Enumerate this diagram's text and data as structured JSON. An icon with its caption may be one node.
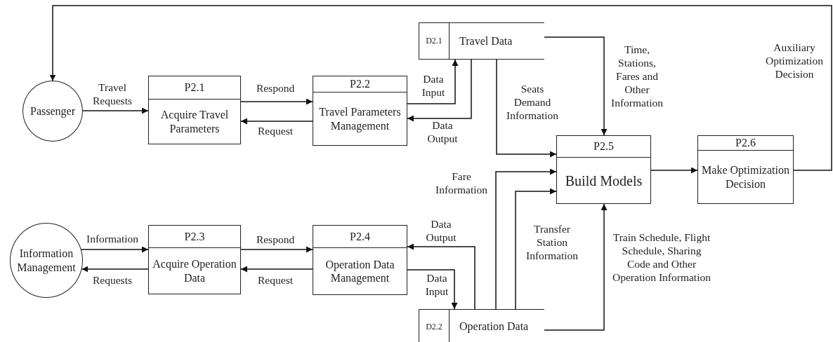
{
  "diagram": {
    "nodes": [
      {
        "text": [
          "Passenger"
        ]
      },
      {
        "text": [
          "P2.1",
          "Acquire Travel Parameters"
        ]
      },
      {
        "text": [
          "P2.2",
          "Travel Parameters Management"
        ]
      },
      {
        "text": [
          "D2.1",
          "Travel Data"
        ]
      },
      {
        "text": [
          "P2.5",
          "Build Models"
        ]
      },
      {
        "text": [
          "P2.6",
          "Make Optimization Decision"
        ]
      },
      {
        "text": [
          "Information Management"
        ]
      },
      {
        "text": [
          "P2.3",
          "Acquire Operation Data"
        ]
      },
      {
        "text": [
          "P2.4",
          "Operation Data Management"
        ]
      },
      {
        "text": [
          "D2.2",
          "Operation Data"
        ]
      }
    ],
    "edges": [
      {
        "from": 0,
        "to": 1,
        "arrow": "to",
        "label": "Travel Requests"
      },
      {
        "from": 1,
        "to": 2,
        "arrow": "to",
        "label": "Respond"
      },
      {
        "from": 2,
        "to": 1,
        "arrow": "to",
        "label": "Request"
      },
      {
        "from": 2,
        "to": 3,
        "arrow": "to",
        "label": "Data Input"
      },
      {
        "from": 3,
        "to": 2,
        "arrow": "to",
        "label": "Data Output"
      },
      {
        "from": 3,
        "to": 4,
        "arrow": "to",
        "label": "Seats Demand Information"
      },
      {
        "from": 3,
        "to": 4,
        "arrow": "to",
        "label": "Time, Stations, Fares and Other Information"
      },
      {
        "from": 4,
        "to": 5,
        "arrow": "to"
      },
      {
        "from": 5,
        "to": 0,
        "arrow": "to",
        "label": "Auxiliary Optimization Decision"
      },
      {
        "from": 6,
        "to": 7,
        "arrow": "to",
        "label": "Information"
      },
      {
        "from": 7,
        "to": 6,
        "arrow": "to",
        "label": "Requests"
      },
      {
        "from": 7,
        "to": 8,
        "arrow": "to",
        "label": "Respond"
      },
      {
        "from": 8,
        "to": 7,
        "arrow": "to",
        "label": "Request"
      },
      {
        "from": 9,
        "to": 8,
        "arrow": "to",
        "label": "Data Output"
      },
      {
        "from": 8,
        "to": 9,
        "arrow": "to",
        "label": "Data Input"
      },
      {
        "from": 9,
        "to": 4,
        "arrow": "to",
        "label": "Fare Information"
      },
      {
        "from": 9,
        "to": 4,
        "arrow": "to",
        "label": "Transfer Station Information"
      },
      {
        "from": 9,
        "to": 4,
        "arrow": "to",
        "label": "Train Schedule, Flight Schedule, Sharing Code and Other Operation Information"
      }
    ]
  }
}
